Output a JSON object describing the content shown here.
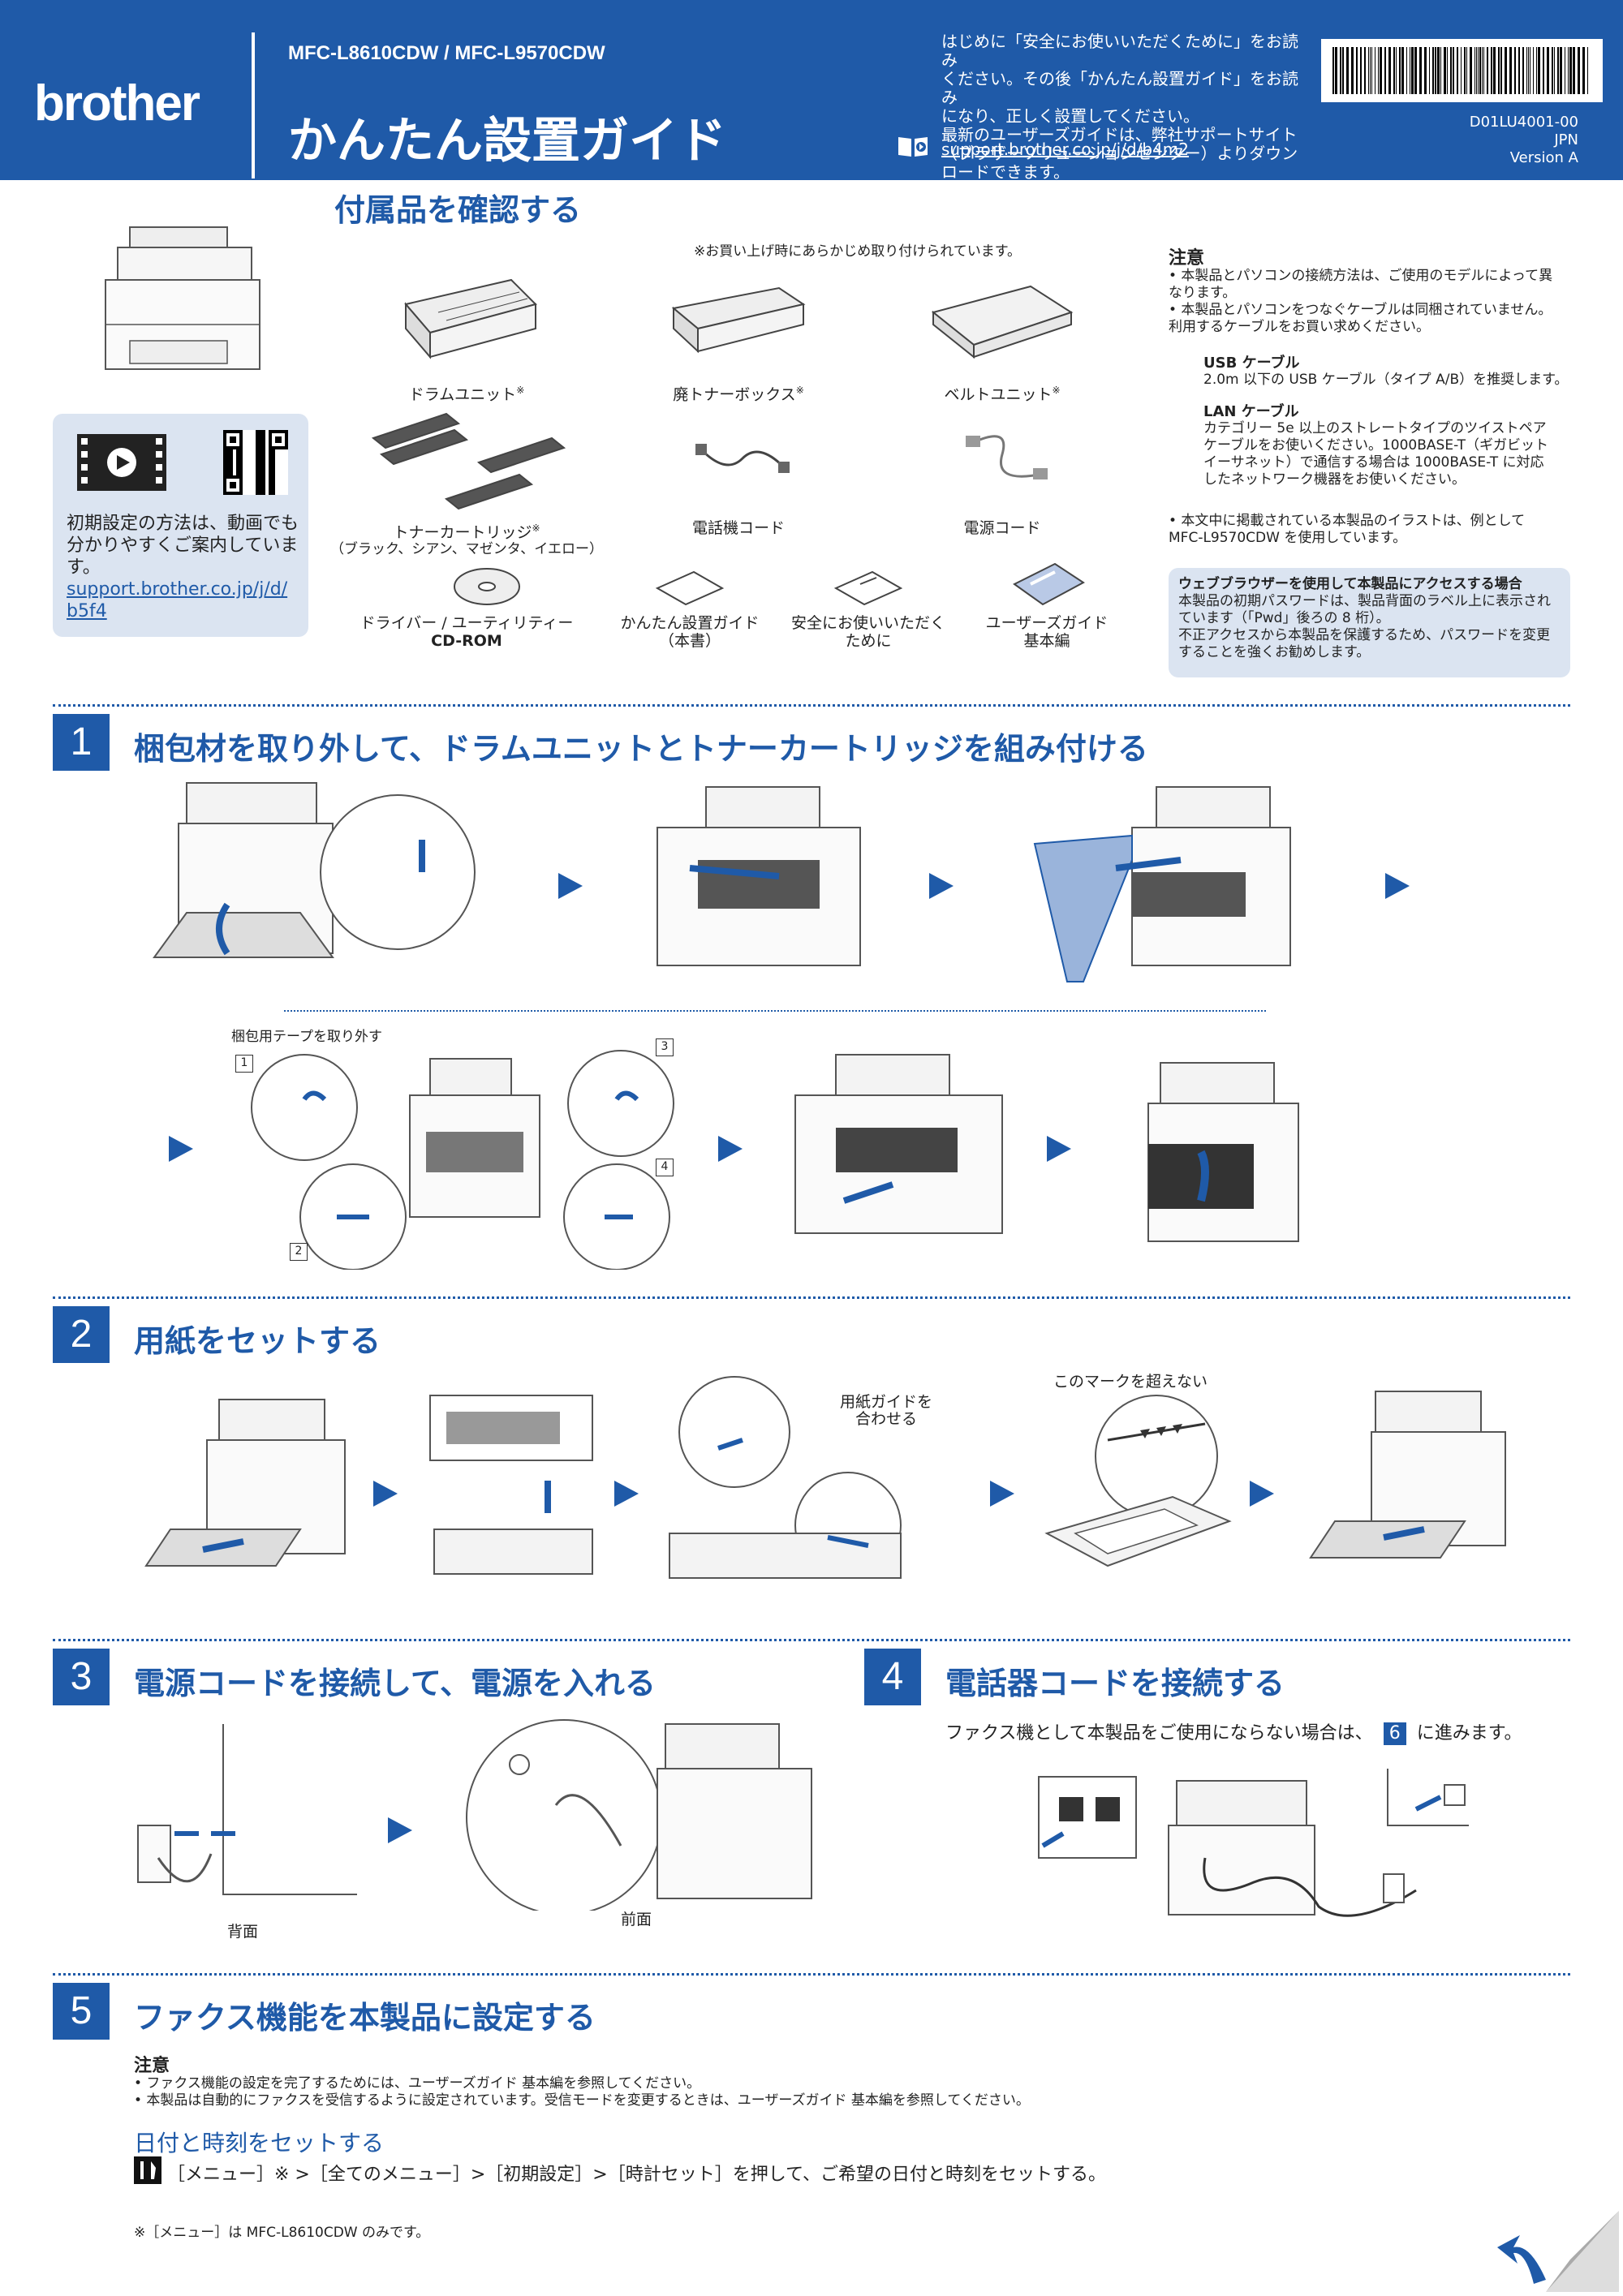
{
  "header": {
    "logo": "brother",
    "models": "MFC-L8610CDW / MFC-L9570CDW",
    "title": "かんたん設置ガイド",
    "intro_lines": [
      "はじめに「安全にお使いいただくために」をお読み",
      "ください。その後「かんたん設置ガイド」をお読み",
      "になり、正しく設置してください。",
      "最新のユーザーズガイドは、弊社サポートサイト",
      "（ブラザーソリューションセンター）よりダウン",
      "ロードできます。"
    ],
    "support_link": "support.brother.co.jp/j/d/b4m2",
    "doc_code": "D01LU4001-00",
    "region": "JPN",
    "version": "Version A"
  },
  "contents": {
    "title": "付属品を確認する",
    "preinstalled_note": "※お買い上げ時にあらかじめ取り付けられています。",
    "items": [
      {
        "label": "ドラムユニット",
        "mark": "※"
      },
      {
        "label": "廃トナーボックス",
        "mark": "※"
      },
      {
        "label": "ベルトユニット",
        "mark": "※"
      },
      {
        "label": "トナーカートリッジ",
        "mark": "※",
        "sub": "（ブラック、シアン、マゼンタ、イエロー）"
      },
      {
        "label": "電話機コード"
      },
      {
        "label": "電源コード"
      },
      {
        "label": "ドライバー / ユーティリティー",
        "sub": "CD-ROM"
      },
      {
        "label": "かんたん設置ガイド",
        "sub": "（本書）"
      },
      {
        "label": "安全にお使いいただく",
        "sub": "ために"
      },
      {
        "label": "ユーザーズガイド",
        "sub": "基本編"
      }
    ]
  },
  "video_panel": {
    "text_lines": [
      "初期設定の方法は、動画でも",
      "分かりやすくご案内していま",
      "す。"
    ],
    "link_lines": [
      "support.brother.co.jp/j/d/",
      "b5f4"
    ]
  },
  "notes": {
    "heading": "注意",
    "bullets": [
      [
        "• 本製品とパソコンの接続方法は、ご使用のモデルによって異",
        "  なります。"
      ],
      [
        "• 本製品とパソコンをつなぐケーブルは同梱されていません。",
        "  利用するケーブルをお買い求めください。"
      ]
    ],
    "usb_title": "USB ケーブル",
    "usb_text": "2.0m 以下の USB ケーブル（タイプ A/B）を推奨します。",
    "lan_title": "LAN ケーブル",
    "lan_lines": [
      "カテゴリー 5e 以上のストレートタイプのツイストペア",
      "ケーブルをお使いください。1000BASE-T（ギガビット",
      "イーサネット）で通信する場合は 1000BASE-T に対応",
      "したネットワーク機器をお使いください。"
    ],
    "illus_note_lines": [
      "• 本文中に掲載されている本製品のイラストは、例として",
      "  MFC-L9570CDW を使用しています。"
    ],
    "web_title": "ウェブブラウザーを使用して本製品にアクセスする場合",
    "web_lines": [
      "本製品の初期パスワードは、製品背面のラベル上に表示され",
      "ています（「Pwd」後ろの 8 桁）。",
      "不正アクセスから本製品を保護するため、パスワードを変更",
      "することを強くお勧めします。"
    ]
  },
  "step1": {
    "number": "1",
    "title": "梱包材を取り外して、ドラムユニットとトナーカートリッジを組み付ける",
    "tape_label": "梱包用テープを取り外す",
    "callouts": [
      "1",
      "2",
      "3",
      "4"
    ]
  },
  "step2": {
    "number": "2",
    "title": "用紙をセットする",
    "guide_label_lines": [
      "用紙ガイドを",
      "合わせる"
    ],
    "mark_label": "このマークを超えない"
  },
  "step3": {
    "number": "3",
    "title": "電源コードを接続して、電源を入れる",
    "back_label": "背面",
    "front_label": "前面"
  },
  "step4": {
    "number": "4",
    "title": "電話器コードを接続する",
    "desc_before": "ファクス機として本製品をご使用にならない場合は、",
    "desc_badge": "6",
    "desc_after": "に進みます。"
  },
  "step5": {
    "number": "5",
    "title": "ファクス機能を本製品に設定する",
    "note_heading": "注意",
    "note_lines": [
      "• ファクス機能の設定を完了するためには、ユーザーズガイド 基本編を参照してください。",
      "• 本製品は自動的にファクスを受信するように設定されています。受信モードを変更するときは、ユーザーズガイド 基本編を参照してください。"
    ],
    "date_title": "日付と時刻をセットする",
    "date_instruction": "［メニュー］※ >［全てのメニュー］>［初期設定］>［時計セット］を押して、ご希望の日付と時刻をセットする。",
    "footnote": "※［メニュー］は MFC-L8610CDW のみです。"
  },
  "colors": {
    "brand_blue": "#1f5aa8",
    "panel_bg": "#dbe4f1"
  }
}
